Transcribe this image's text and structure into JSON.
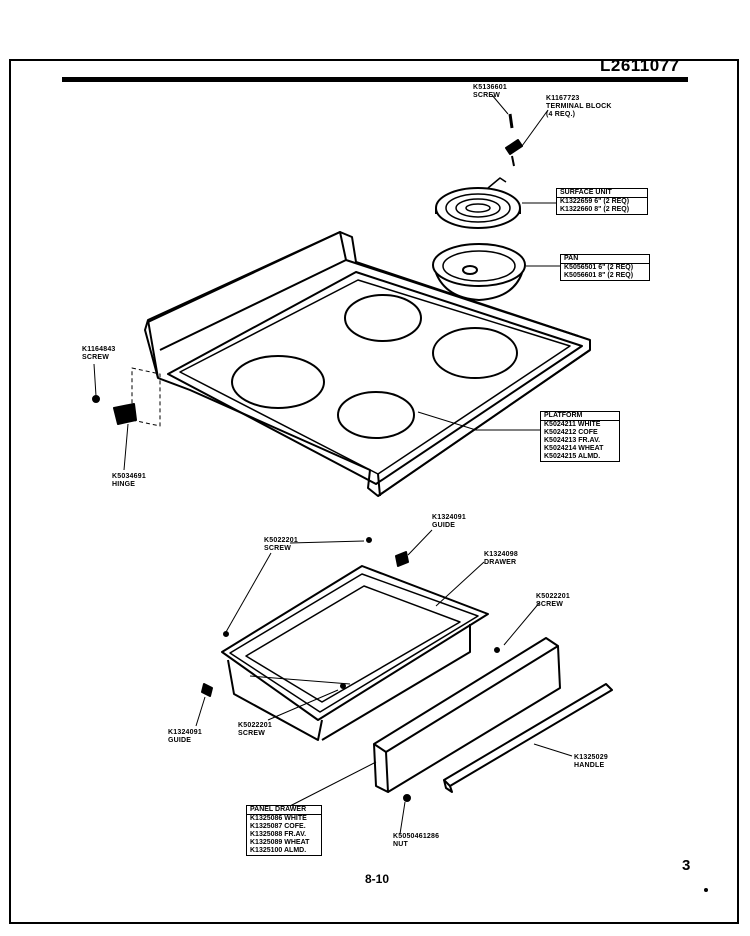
{
  "model_number": "L2611077",
  "page_label": "8-10",
  "page_number": "3",
  "parts": {
    "screw_top": {
      "num": "K5136601",
      "name": "SCREW"
    },
    "terminal_block": {
      "num": "K1167723",
      "name": "TERMINAL BLOCK",
      "qty": "(4 REQ.)"
    },
    "hinge_screw": {
      "num": "K1164843",
      "name": "SCREW"
    },
    "hinge": {
      "num": "K5034691",
      "name": "HINGE"
    },
    "drawer_screw_left": {
      "num": "K5022201",
      "name": "SCREW"
    },
    "guide_top": {
      "num": "K1324091",
      "name": "GUIDE"
    },
    "drawer": {
      "num": "K1324098",
      "name": "DRAWER"
    },
    "screw_right": {
      "num": "K5022201",
      "name": "SCREW"
    },
    "guide_left": {
      "num": "K1324091",
      "name": "GUIDE"
    },
    "screw_bottom": {
      "num": "K5022201",
      "name": "SCREW"
    },
    "handle": {
      "num": "K1325029",
      "name": "HANDLE"
    },
    "nut": {
      "num": "K5050461286",
      "name": "NUT"
    }
  },
  "surface_unit": {
    "title": "SURFACE UNIT",
    "rows": [
      "K1322659 6\"  (2 REQ)",
      "K1322660 8\"  (2 REQ)"
    ]
  },
  "pan": {
    "title": "PAN",
    "rows": [
      "K5056501 6\" (2 REQ)",
      "K5056601 8\" (2 REQ)"
    ]
  },
  "platform": {
    "title": "PLATFORM",
    "rows": [
      "K5024211 WHITE",
      "K5024212 COFE",
      "K5024213 FR.AV.",
      "K5024214 WHEAT",
      "K5024215 ALMD."
    ]
  },
  "panel_drawer": {
    "title": "PANEL DRAWER",
    "rows": [
      "K1325086 WHITE",
      "K1325087 COFE.",
      "K1325088 FR.AV.",
      "K1325089 WHEAT",
      "K1325100 ALMD."
    ]
  }
}
